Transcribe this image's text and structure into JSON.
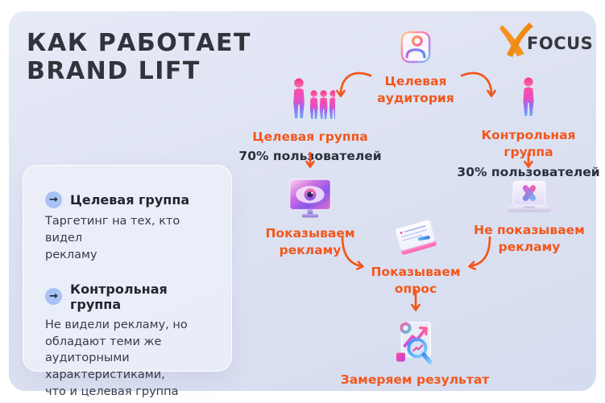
{
  "title": {
    "line1": "КАК РАБОТАЕТ",
    "line2": "BRAND LIFT"
  },
  "logo": {
    "brand": "FOCUS"
  },
  "legend": {
    "arrow_icon": "→",
    "items": [
      {
        "label": "Целевая группа",
        "body": "Таргетинг на тех, кто видел\nрекламу"
      },
      {
        "label": "Контрольная группа",
        "body": "Не видели рекламу, но\nобладают теми же аудиторными\nхарактеристиками,\nчто и целевая группа"
      }
    ]
  },
  "flow": {
    "audience": {
      "label": "Целевая\nаудитория",
      "icon": "contact-card-icon"
    },
    "target_group": {
      "label": "Целевая группа",
      "sublabel": "70% пользователей",
      "icon": "people-group-icon"
    },
    "control_group": {
      "label": "Контрольная группа",
      "sublabel": "30% пользователей",
      "icon": "person-icon"
    },
    "show_ads": {
      "label": "Показываем\nрекламу",
      "icon": "monitor-eye-icon"
    },
    "no_ads": {
      "label": "Не показываем\nрекламу",
      "icon": "laptop-x-icon"
    },
    "survey": {
      "label": "Показываем\nопрос",
      "icon": "survey-notebook-icon"
    },
    "result": {
      "label": "Замеряем результат",
      "icon": "chart-magnifier-icon"
    }
  },
  "colors": {
    "accent_orange": "#f2571c",
    "dark_text": "#2b303c",
    "card_background": "#dde2f2",
    "panel_background": "#eef1fa",
    "bullet_blue": "#a9c2f5",
    "logo_orange": "#f6921e",
    "logo_text": "#35373d"
  }
}
